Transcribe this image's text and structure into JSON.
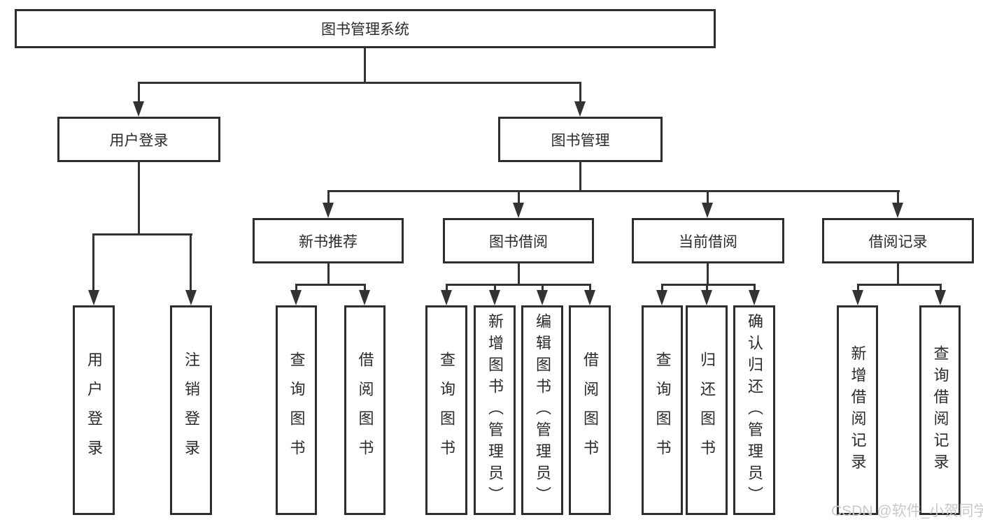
{
  "nodes": {
    "root": "图书管理系统",
    "login": "用户登录",
    "manage": "图书管理",
    "newbook": "新书推荐",
    "borrow": "图书借阅",
    "current": "当前借阅",
    "records": "借阅记录"
  },
  "leaves": {
    "login": [
      "用户登录",
      "注销登录"
    ],
    "newbook": [
      "查询图书",
      "借阅图书"
    ],
    "borrow": [
      "查询图书",
      "新增图书（管理员）",
      "编辑图书（管理员）",
      "借阅图书"
    ],
    "current": [
      "查询图书",
      "归还图书",
      "确认归还（管理员）"
    ],
    "records": [
      "新增借阅记录",
      "查询借阅记录"
    ]
  },
  "watermark": {
    "text": "CSDN @软件_小贺同学"
  },
  "colors": {
    "line": "#333333",
    "border": "#2e2e2e",
    "text": "#2b2b2b",
    "background": "#ffffff",
    "watermark": "#c9c9c9"
  }
}
